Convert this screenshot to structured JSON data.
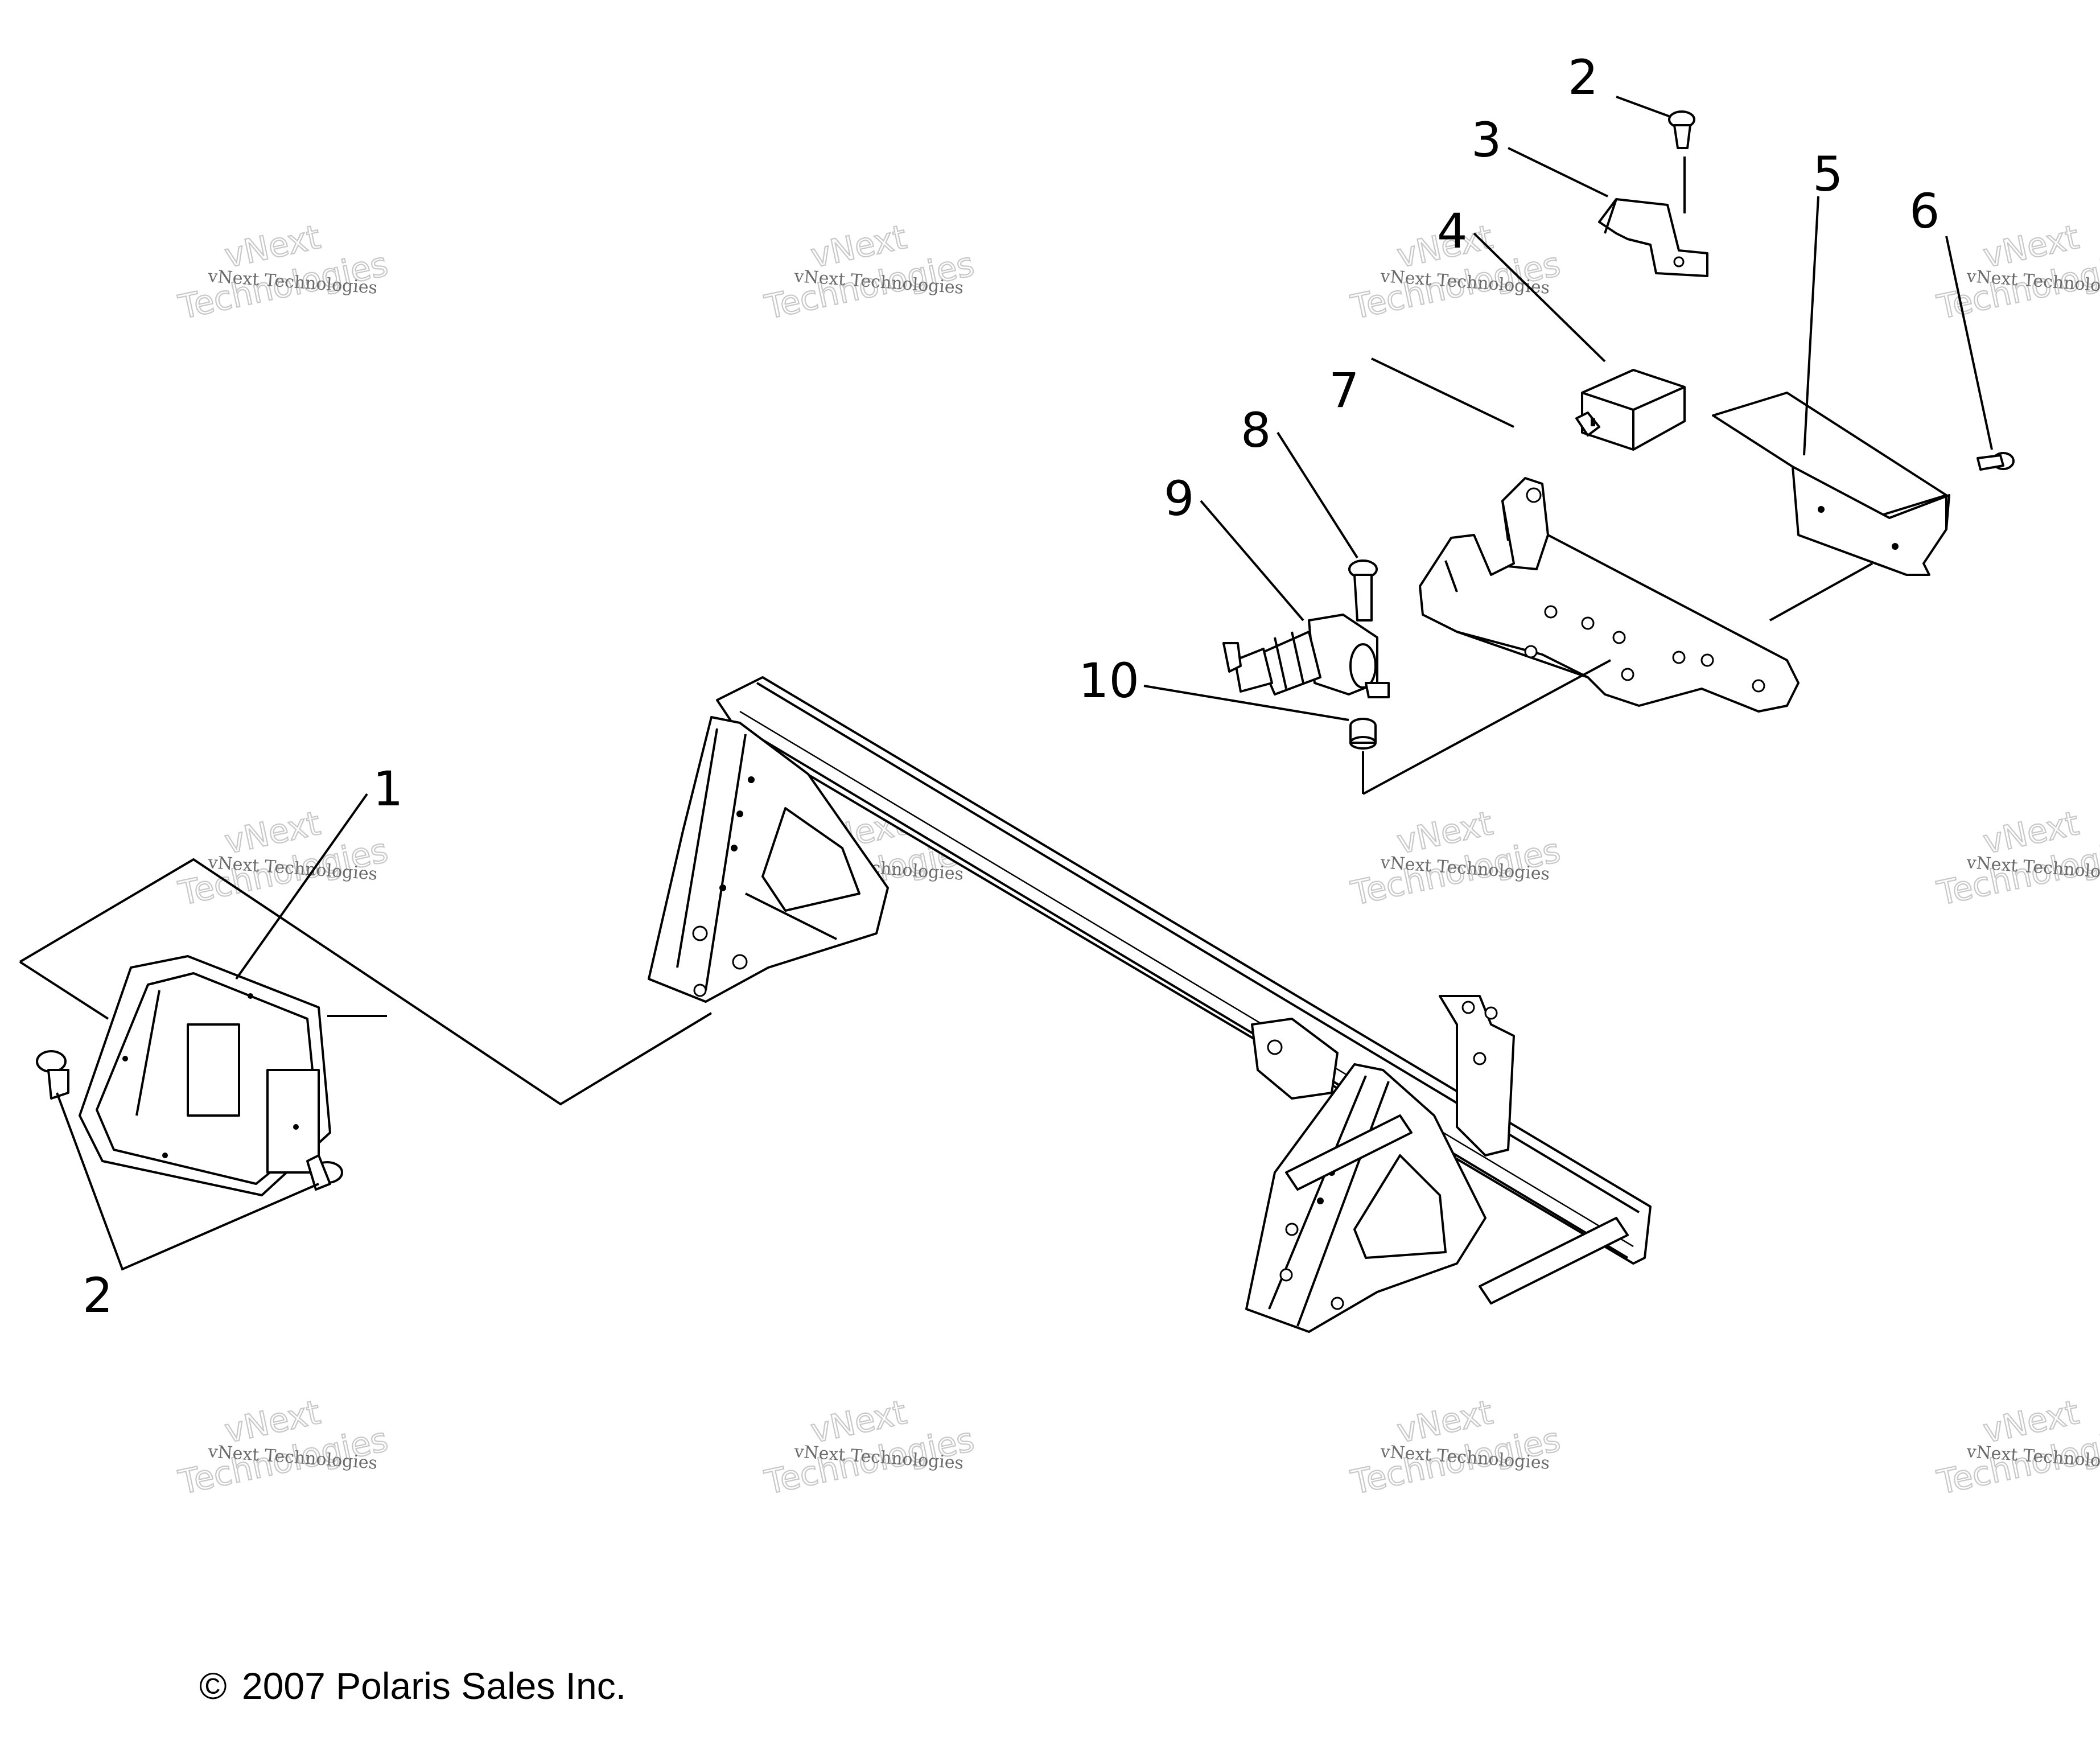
{
  "callouts": {
    "c1": "1",
    "c2_top": "2",
    "c2_bottom": "2",
    "c3": "3",
    "c4": "4",
    "c5": "5",
    "c6": "6",
    "c7": "7",
    "c8": "8",
    "c9": "9",
    "c10": "10"
  },
  "watermark": {
    "line_small": "vNext Technologies",
    "line_big_1": "vNext",
    "line_big_2": "Technologies"
  },
  "copyright": {
    "symbol": "©",
    "text": "2007 Polaris Sales Inc."
  }
}
